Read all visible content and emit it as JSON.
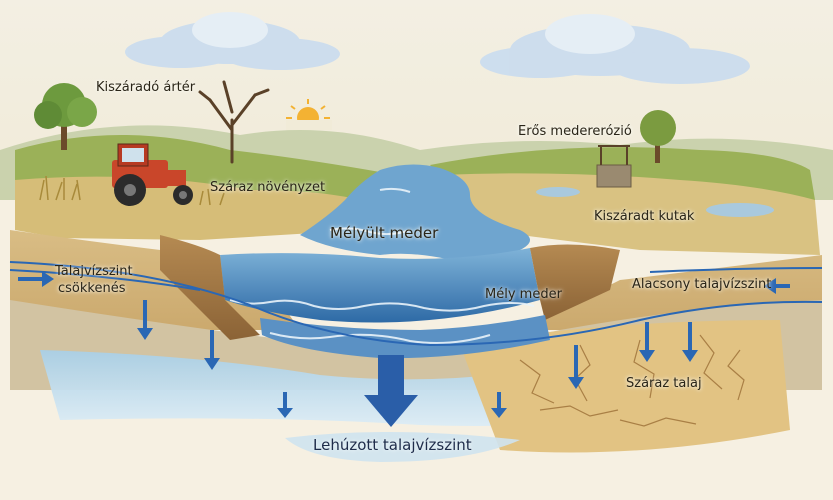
{
  "labels": {
    "dried_floodplain": "Kiszáradó ártér",
    "dry_vegetation": "Száraz növényzet",
    "strong_erosion": "Erős medererózió",
    "dried_wells": "Kiszáradt kutak",
    "deepened_bed": "Mélyült meder",
    "groundwater_drop_line1": "Talajvízszint",
    "groundwater_drop_line2": "csökkenés",
    "low_groundwater": "Alacsony talajvízszint",
    "deep_bed": "Mély meder",
    "dry_soil": "Száraz talaj",
    "lowered_groundwater": "Lehúzott talajvízszint"
  },
  "colors": {
    "river_water": "#3f7fb8",
    "groundwater": "#9fc7df",
    "arrow_blue": "#2a67b4",
    "dry_soil": "#dcc08a",
    "grass": "#8aa24a",
    "tractor_red": "#c9462a"
  },
  "icons": {
    "sun": "sun-icon",
    "tractor": "tractor-icon",
    "well": "well-icon",
    "tree": "tree-icon"
  }
}
